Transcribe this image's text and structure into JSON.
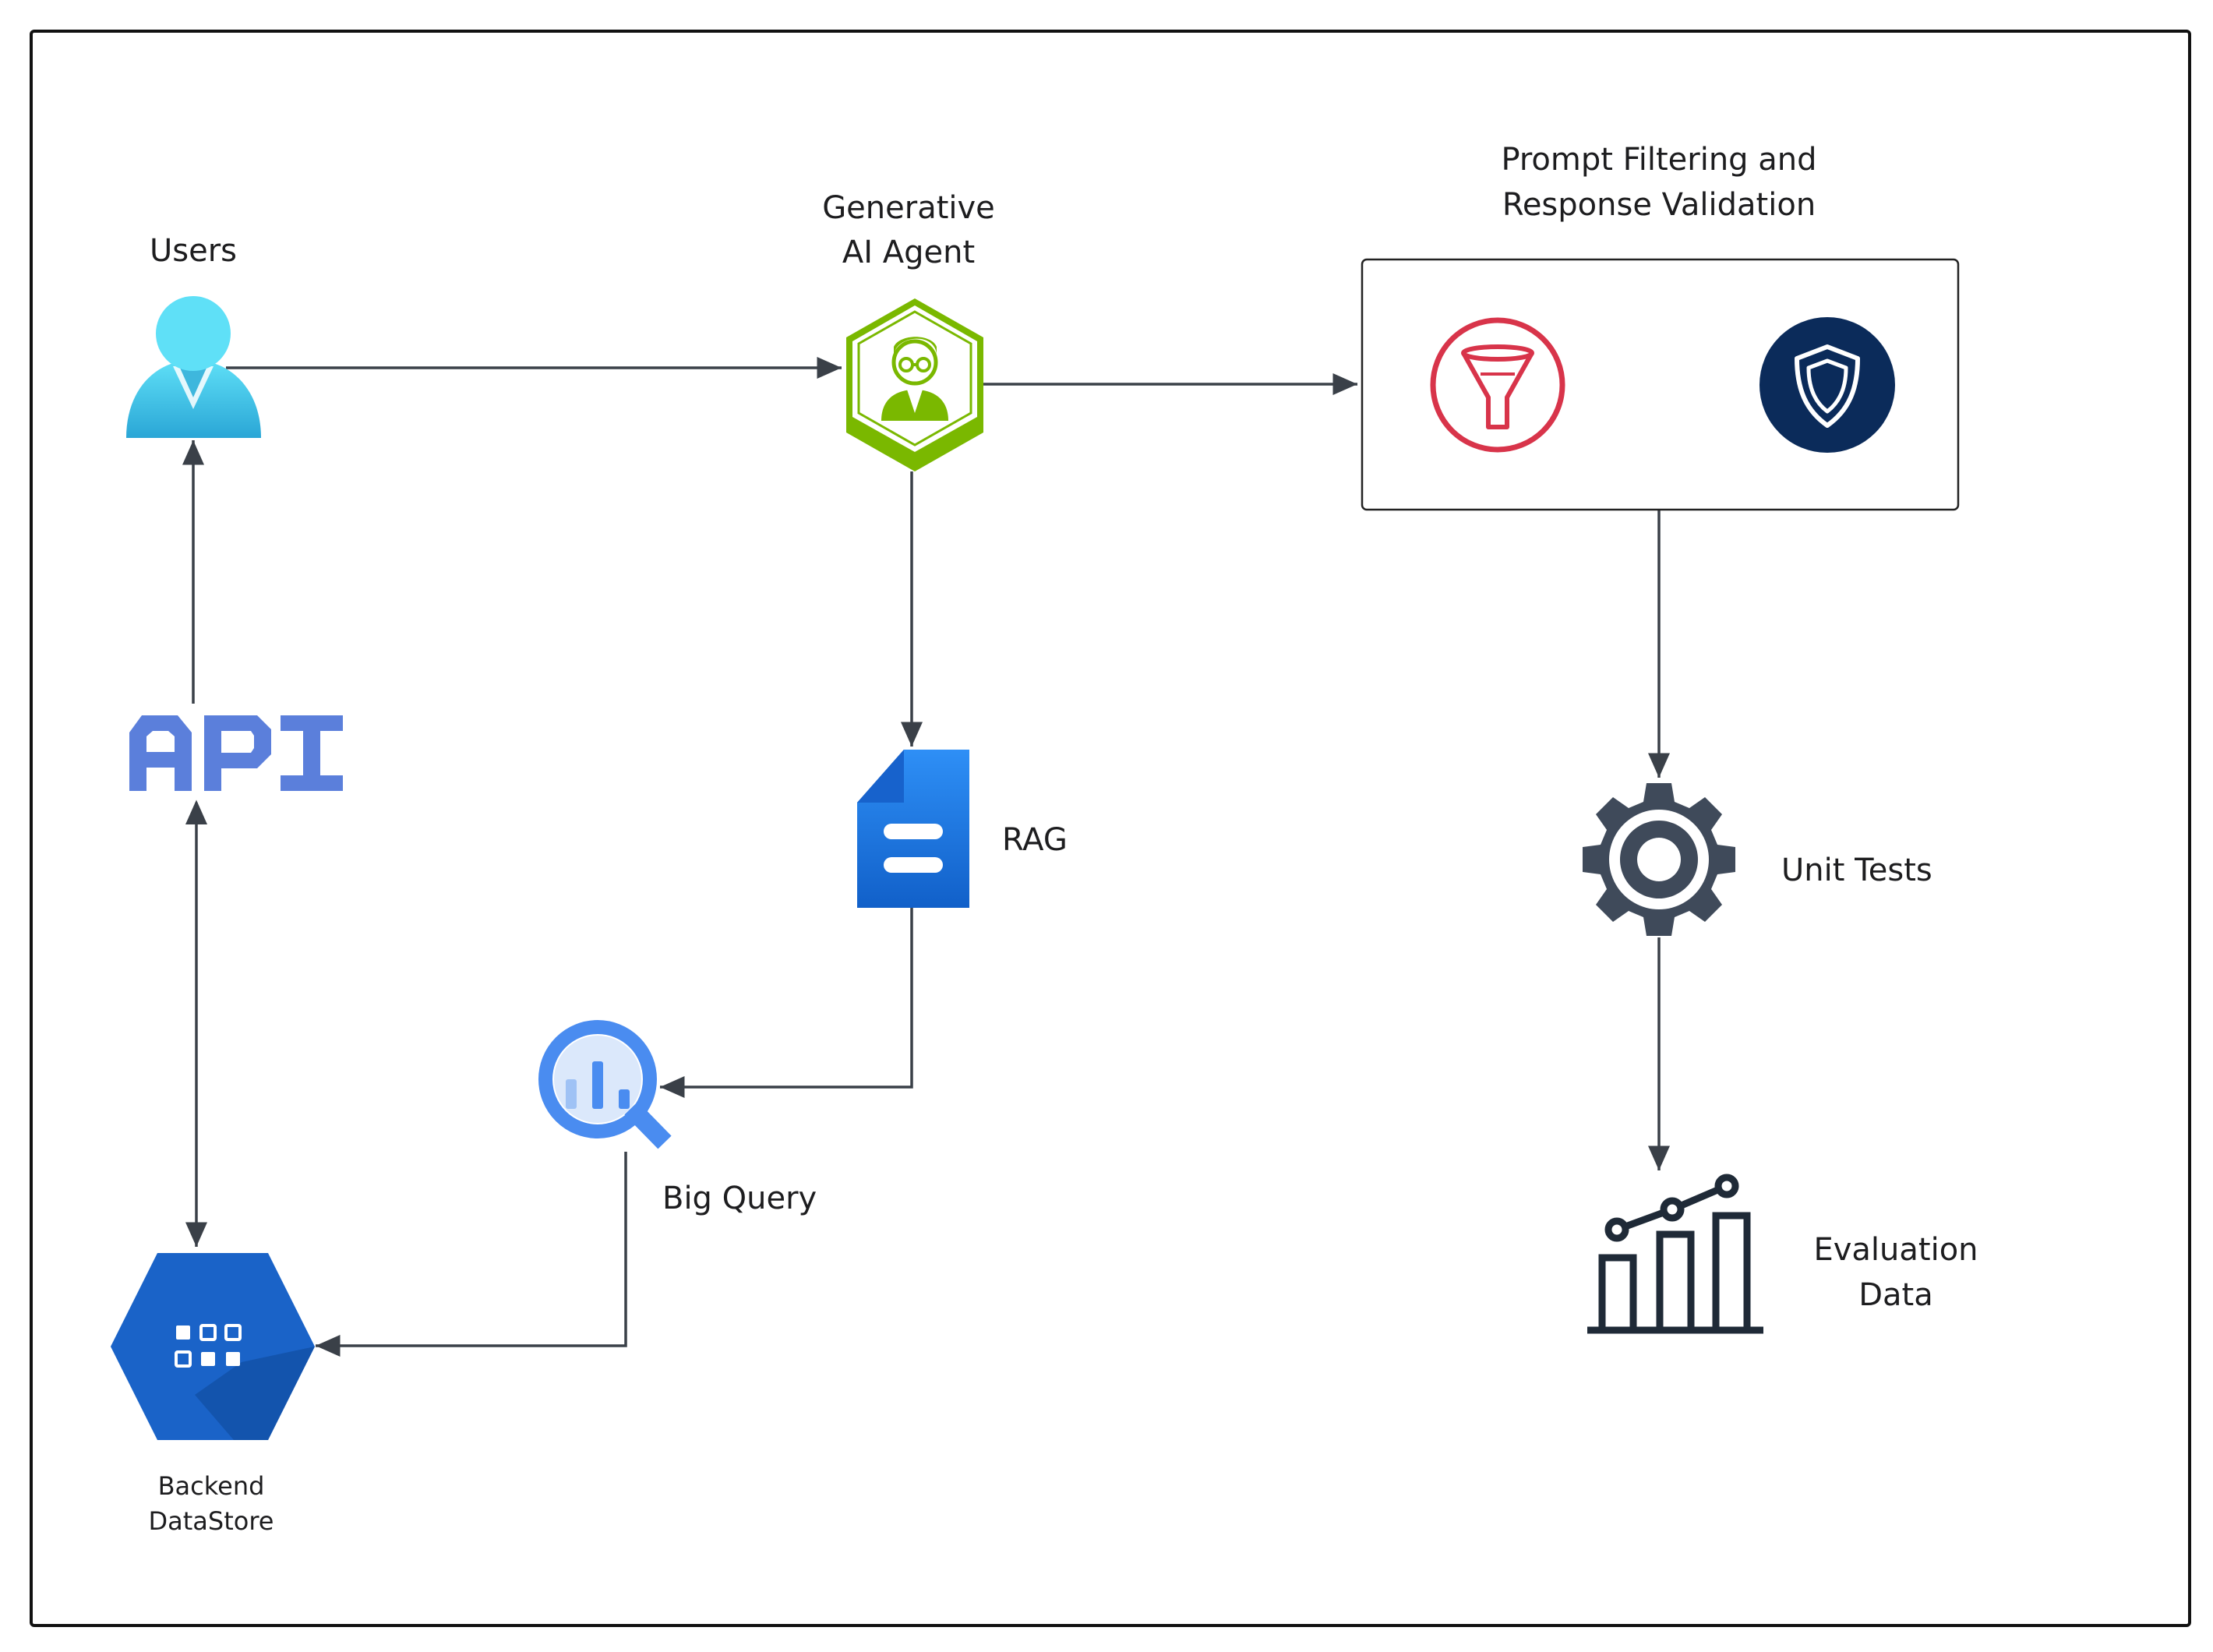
{
  "nodes": {
    "users": {
      "label": "Users",
      "icon": "user-icon"
    },
    "agent": {
      "label_line1": "Generative",
      "label_line2": "AI Agent",
      "icon": "ai-agent-icon"
    },
    "filter_group": {
      "label_line1": "Prompt Filtering and",
      "label_line2": "Response Validation"
    },
    "filter": {
      "icon": "funnel-icon"
    },
    "validation": {
      "icon": "shield-icon"
    },
    "rag": {
      "label": "RAG",
      "icon": "document-icon"
    },
    "unit_tests": {
      "label": "Unit Tests",
      "icon": "gear-icon"
    },
    "api": {
      "label": "API",
      "icon": "api-icon"
    },
    "big_query": {
      "label": "Big Query",
      "icon": "bigquery-icon"
    },
    "evaluation": {
      "label_line1": "Evaluation",
      "label_line2": "Data",
      "icon": "bar-chart-icon"
    },
    "datastore": {
      "label_line1": "Backend",
      "label_line2": "DataStore",
      "icon": "datastore-icon"
    }
  },
  "colors": {
    "user": "#50c8ee",
    "agent": "#7ab800",
    "funnel": "#d8344a",
    "shield_bg": "#0b2b5a",
    "rag": "#1a7cf0",
    "gear": "#3f4a5a",
    "api": "#5b7fdb",
    "bigquery": "#4a8cf0",
    "datastore": "#1a63c8",
    "evaluation": "#1f2a37",
    "edge": "#3a4048"
  }
}
